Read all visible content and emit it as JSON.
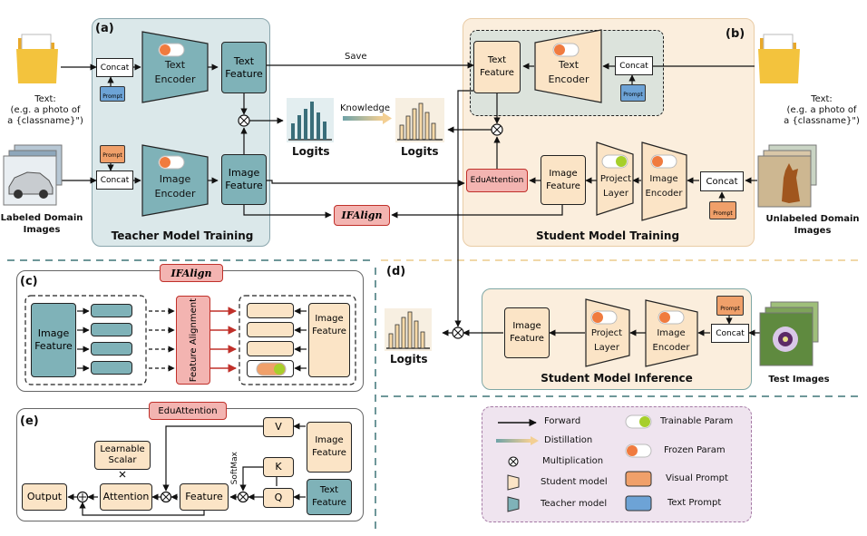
{
  "panels": {
    "a_label": "(a)",
    "b_label": "(b)",
    "c_label": "(c)",
    "d_label": "(d)",
    "e_label": "(e)"
  },
  "teacher": {
    "title": "Teacher Model Training",
    "concat": "Concat",
    "prompt": "Prompt",
    "text_encoder": [
      "Text",
      "Encoder"
    ],
    "image_encoder": [
      "Image",
      "Encoder"
    ],
    "text_feature": [
      "Text",
      "Feature"
    ],
    "image_feature": [
      "Image",
      "Feature"
    ],
    "text_input": [
      "Text:",
      "(e.g. a photo of",
      "a {classname}\")"
    ],
    "image_input": [
      "Labeled Domain",
      "Images"
    ]
  },
  "middle": {
    "save": "Save",
    "knowledge": "Knowledge",
    "logits_teacher": "Logits",
    "logits_student": "Logits",
    "ifalign": "IFAlign"
  },
  "student": {
    "title": "Student Model Training",
    "text_feature": [
      "Text",
      "Feature"
    ],
    "text_encoder": [
      "Text",
      "Encoder"
    ],
    "concat": "Concat",
    "prompt": "Prompt",
    "eduattention": "EduAttention",
    "image_feature": [
      "Image",
      "Feature"
    ],
    "project_layer": [
      "Project",
      "Layer"
    ],
    "image_encoder": [
      "Image",
      "Encoder"
    ],
    "text_input": [
      "Text:",
      "(e.g. a photo of",
      "a {classname}\")"
    ],
    "image_input": [
      "Unlabeled Domain",
      "Images"
    ]
  },
  "ifalign_panel": {
    "title": "IFAlign",
    "image_feature_left": [
      "Image",
      "Feature"
    ],
    "feature_alignment": "Feature Alignment",
    "image_feature_right": [
      "Image",
      "Feature"
    ]
  },
  "inference": {
    "title": "Student Model Inference",
    "logits": "Logits",
    "image_feature": [
      "Image",
      "Feature"
    ],
    "project_layer": [
      "Project",
      "Layer"
    ],
    "image_encoder": [
      "Image",
      "Encoder"
    ],
    "concat": "Concat",
    "prompt": "Prompt",
    "input": "Test Images"
  },
  "edu_panel": {
    "title": "EduAttention",
    "v": "V",
    "k": "K",
    "q": "Q",
    "image_feature": [
      "Image",
      "Feature"
    ],
    "text_feature": [
      "Text",
      "Feature"
    ],
    "softmax": "SoftMax",
    "feature": "Feature",
    "attention": "Attention",
    "output": "Output",
    "learnable_scalar": [
      "Learnable",
      "Scalar"
    ]
  },
  "legend": {
    "forward": "Forward",
    "distillation": "Distillation",
    "multiplication": "Multiplication",
    "student_model": "Student model",
    "teacher_model": "Teacher model",
    "trainable_param": "Trainable Param",
    "frozen_param": "Frozen Param",
    "visual_prompt": "Visual Prompt",
    "text_prompt": "Text Prompt"
  },
  "colors": {
    "teacher_bg": "#dbe8ea",
    "student_bg": "#fbeedd",
    "teacher_box": "#7fb2b8",
    "student_box": "#fbe4c6",
    "red_box": "#f3b4b1",
    "legend_bg": "#efe4ef",
    "frozen": "#f07b3f",
    "trainable": "#a6cf2b",
    "visual_prompt": "#f0a06a",
    "text_prompt": "#6da3d6"
  }
}
